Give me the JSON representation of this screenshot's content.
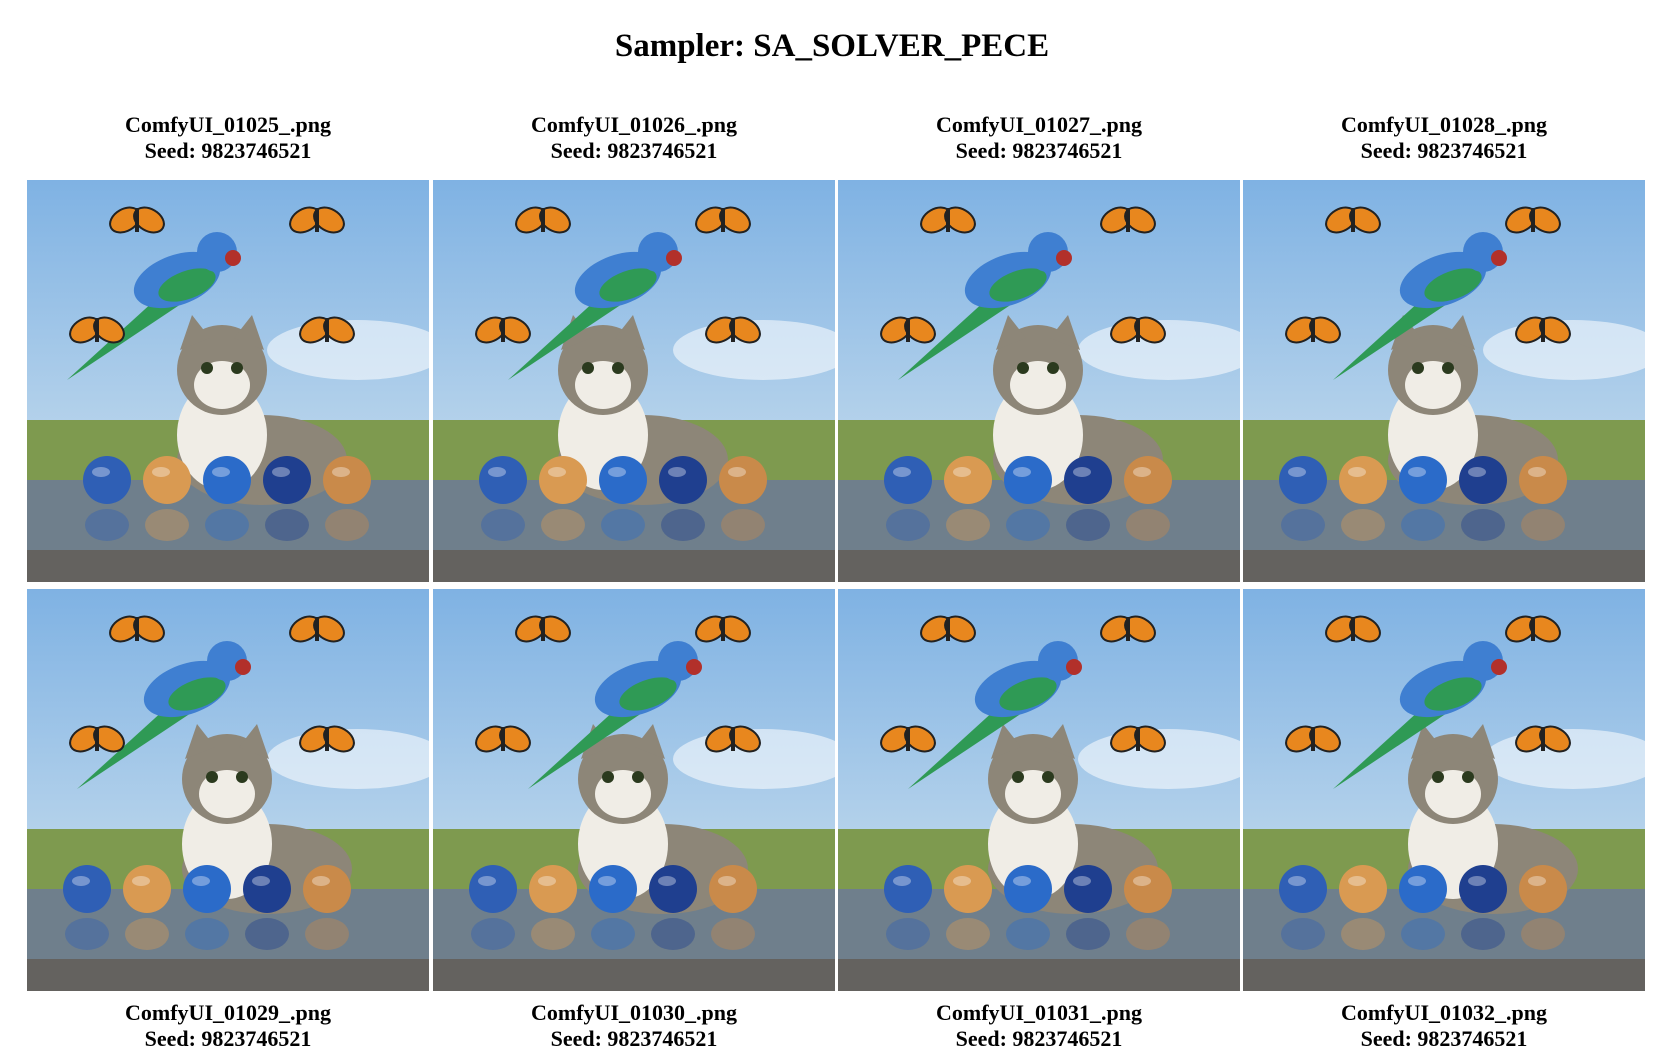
{
  "title": "Sampler: SA_SOLVER_PECE",
  "colors": {
    "sky_top": "#7fb2e3",
    "sky_bottom": "#d6e6f0",
    "grass": "#7e9a4f",
    "puddle": "#6f7f8c",
    "parrot_body": "#3f7fd1",
    "parrot_wing": "#2f9a55",
    "butterfly": "#e8871e",
    "cat_fur": "#8d8678",
    "cat_chest": "#f0ede6"
  },
  "images": [
    {
      "filename": "ComfyUI_01025_.png",
      "seed_label": "Seed: 9823746521"
    },
    {
      "filename": "ComfyUI_01026_.png",
      "seed_label": "Seed: 9823746521"
    },
    {
      "filename": "ComfyUI_01027_.png",
      "seed_label": "Seed: 9823746521"
    },
    {
      "filename": "ComfyUI_01028_.png",
      "seed_label": "Seed: 9823746521"
    },
    {
      "filename": "ComfyUI_01029_.png",
      "seed_label": "Seed: 9823746521"
    },
    {
      "filename": "ComfyUI_01030_.png",
      "seed_label": "Seed: 9823746521"
    },
    {
      "filename": "ComfyUI_01031_.png",
      "seed_label": "Seed: 9823746521"
    },
    {
      "filename": "ComfyUI_01032_.png",
      "seed_label": "Seed: 9823746521"
    }
  ]
}
